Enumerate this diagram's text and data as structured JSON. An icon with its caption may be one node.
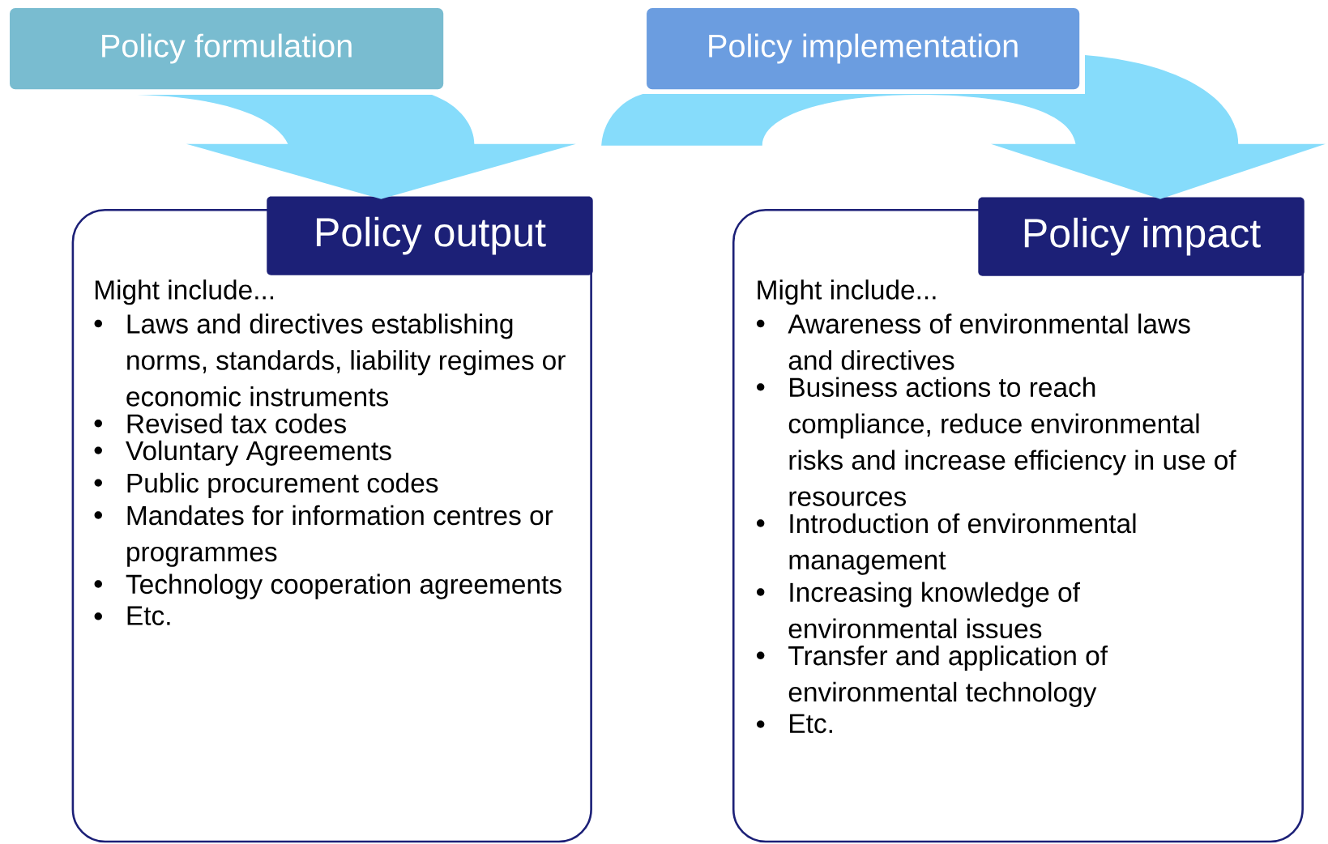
{
  "diagram": {
    "nodes": [
      {
        "text": [
          "Policy formulation"
        ]
      },
      {
        "text": [
          "Policy implementation"
        ]
      },
      {
        "text": [
          "Policy output",
          "Might include...",
          "Laws and directives establishing norms, standards, liability regimes or economic instruments",
          "Revised tax codes",
          "Voluntary Agreements",
          "Public procurement codes",
          "Mandates for information centres or programmes",
          "Technology cooperation agreements",
          "Etc."
        ]
      },
      {
        "text": [
          "Policy impact",
          "Might include...",
          "Awareness of environmental laws and directives",
          "Business actions to reach compliance, reduce environmental risks and increase efficiency in use of resources",
          "Introduction of environmental management",
          "Increasing knowledge of environmental issues",
          "Transfer and application of environmental technology",
          "Etc."
        ]
      }
    ],
    "edges": [
      {
        "from": 0,
        "to": 2,
        "arrow": "to"
      },
      {
        "from": 1,
        "to": 3,
        "arrow": "to"
      }
    ]
  }
}
